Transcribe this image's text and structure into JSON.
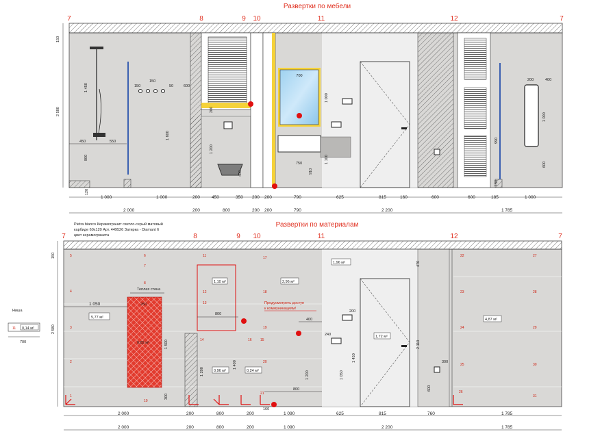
{
  "top": {
    "title": "Развертки по мебели",
    "axes": {
      "a7L": "7",
      "a8": "8",
      "a9": "9",
      "a10": "10",
      "a11": "11",
      "a12": "12",
      "a7R": "7"
    },
    "height_total": "2 580",
    "height_top": "150",
    "height_bottom": "120",
    "dims": {
      "d1450": "1 450",
      "d450": "450",
      "d550": "550",
      "d800": "800",
      "d150": "150",
      "d150b": "150",
      "d50": "50",
      "d600": "600",
      "d1600": "1 600",
      "d1200": "1 200",
      "d200v": "200",
      "d400v": "400",
      "d700": "700",
      "d750": "750",
      "d1000v": "1 000",
      "d1000v2": "1 000",
      "d910": "910",
      "d1100": "1 100",
      "d200b": "200",
      "d400b": "400",
      "d990": "990",
      "d600b": "600",
      "d150c": "150"
    },
    "row1": [
      "1 000",
      "1 000",
      "200",
      "450",
      "350",
      "200",
      "200",
      "790",
      "625",
      "815",
      "160",
      "600",
      "600",
      "185",
      "1 000"
    ],
    "row2": [
      "2 000",
      "200",
      "800",
      "200",
      "200",
      "790",
      "2 200",
      "1 785"
    ]
  },
  "bottom": {
    "title": "Развертки по материалам",
    "axes": {
      "a7L": "7",
      "a8": "8",
      "a9": "9",
      "a10": "10",
      "a11": "11",
      "a12": "12",
      "a7R": "7"
    },
    "note": [
      "Pietra bianco Керамогранит светло-серый матовый",
      "карбиде 60х120 Арт. 449526 Затирка - Diamant 6",
      "цвет керамогранита"
    ],
    "warm_wall": "Теплая стена",
    "access_note": [
      "Предусмотреть доступ",
      "к коммуникациям!"
    ],
    "areas": {
      "a577": "5,77 м²",
      "a082": "0,82 м²",
      "a110": "1,10 м²",
      "a296": "2,96 м²",
      "a096": "0,96 м²",
      "a024": "0,24 м²",
      "a196": "1,96 м²",
      "a172": "1,72 м²",
      "a487": "4,87 м²"
    },
    "niche": {
      "label": "Ниша",
      "area": "0,14 м²",
      "width": "700",
      "tile": "11"
    },
    "height_total": "2 580",
    "height_top": "150",
    "dims": {
      "d1050": "1 050",
      "d250": "250",
      "d1500": "1 500",
      "d300": "300",
      "d800h": "800",
      "d1200v": "1 200",
      "d1400": "1 400",
      "d1200b": "1 200",
      "d400h": "400",
      "d240": "240",
      "d200": "200",
      "d1450": "1 450",
      "d1050v": "1 050",
      "d800b": "800",
      "d470": "470",
      "d2110": "2 110",
      "d600": "600",
      "d300b": "300",
      "d160": "160"
    },
    "tiles": [
      "1",
      "2",
      "3",
      "4",
      "5",
      "6",
      "7",
      "8",
      "9",
      "10",
      "11",
      "12",
      "13",
      "14",
      "15",
      "16",
      "17",
      "18",
      "19",
      "20",
      "21",
      "22",
      "23",
      "24",
      "25",
      "26",
      "27",
      "28",
      "29",
      "30",
      "31"
    ],
    "row1": [
      "2 000",
      "200",
      "800",
      "200",
      "1 090",
      "625",
      "815",
      "760",
      "1 785"
    ],
    "row2": [
      "2 000",
      "200",
      "800",
      "200",
      "1 090",
      "2 200",
      "1 785"
    ]
  }
}
